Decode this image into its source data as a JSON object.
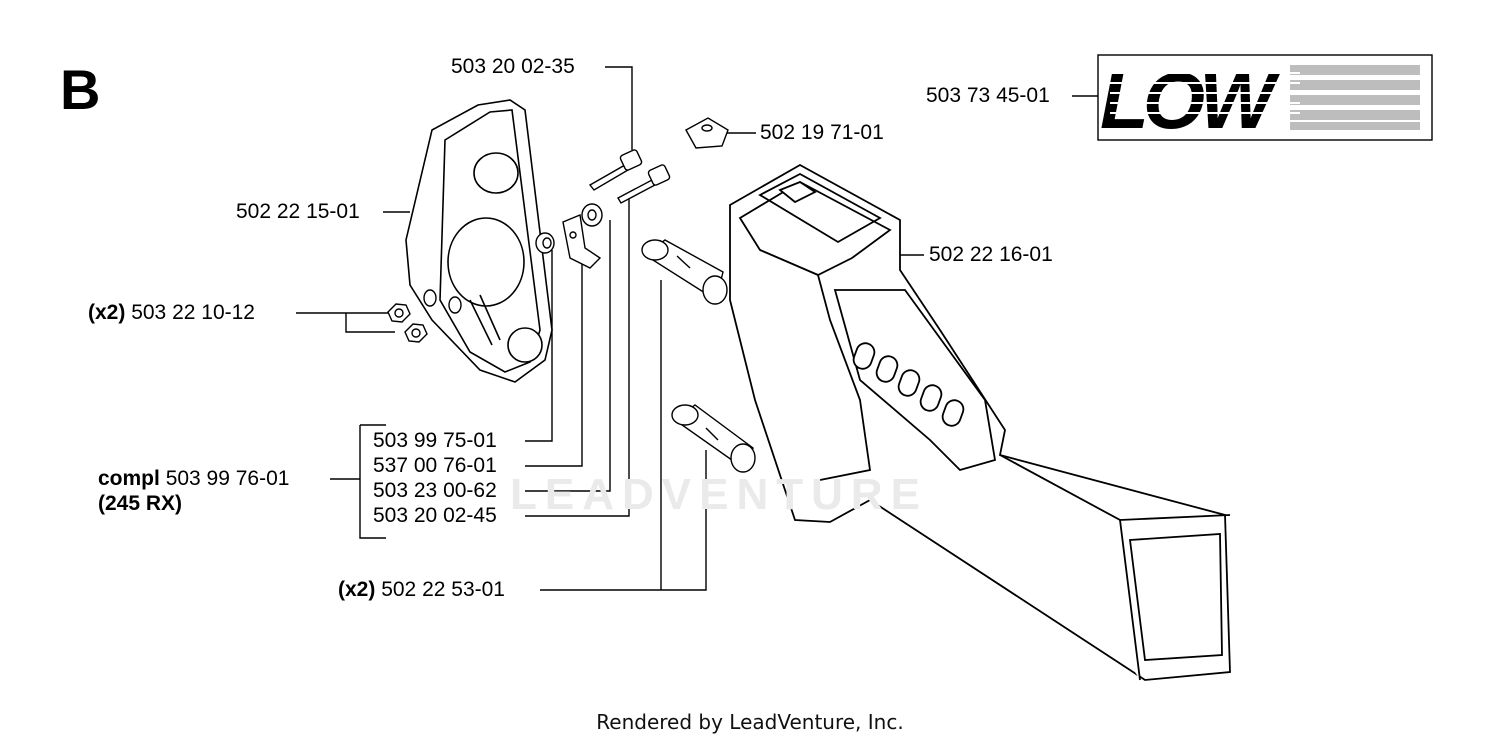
{
  "section_letter": "B",
  "watermark": "LEADVENTURE",
  "footer": "Rendered by LeadVenture, Inc.",
  "labels": {
    "screw_top": "503 20 02-35",
    "nut_square": "502 19 71-01",
    "decal": "503 73 45-01",
    "handle_cover": "502 22 15-01",
    "handle_body": "502 22 16-01",
    "nut_qty": "(x2)",
    "nut": "503 22 10-12",
    "spacer": "503 99 75-01",
    "clip": "537 00 76-01",
    "washer": "503 23 00-62",
    "screw_bottom": "503 20 02-45",
    "compl_prefix": "compl",
    "compl": "503 99 76-01",
    "compl_model": "(245 RX)",
    "bushing_qty": "(x2)",
    "bushing": "502 22 53-01"
  },
  "decal_text": "LOW"
}
